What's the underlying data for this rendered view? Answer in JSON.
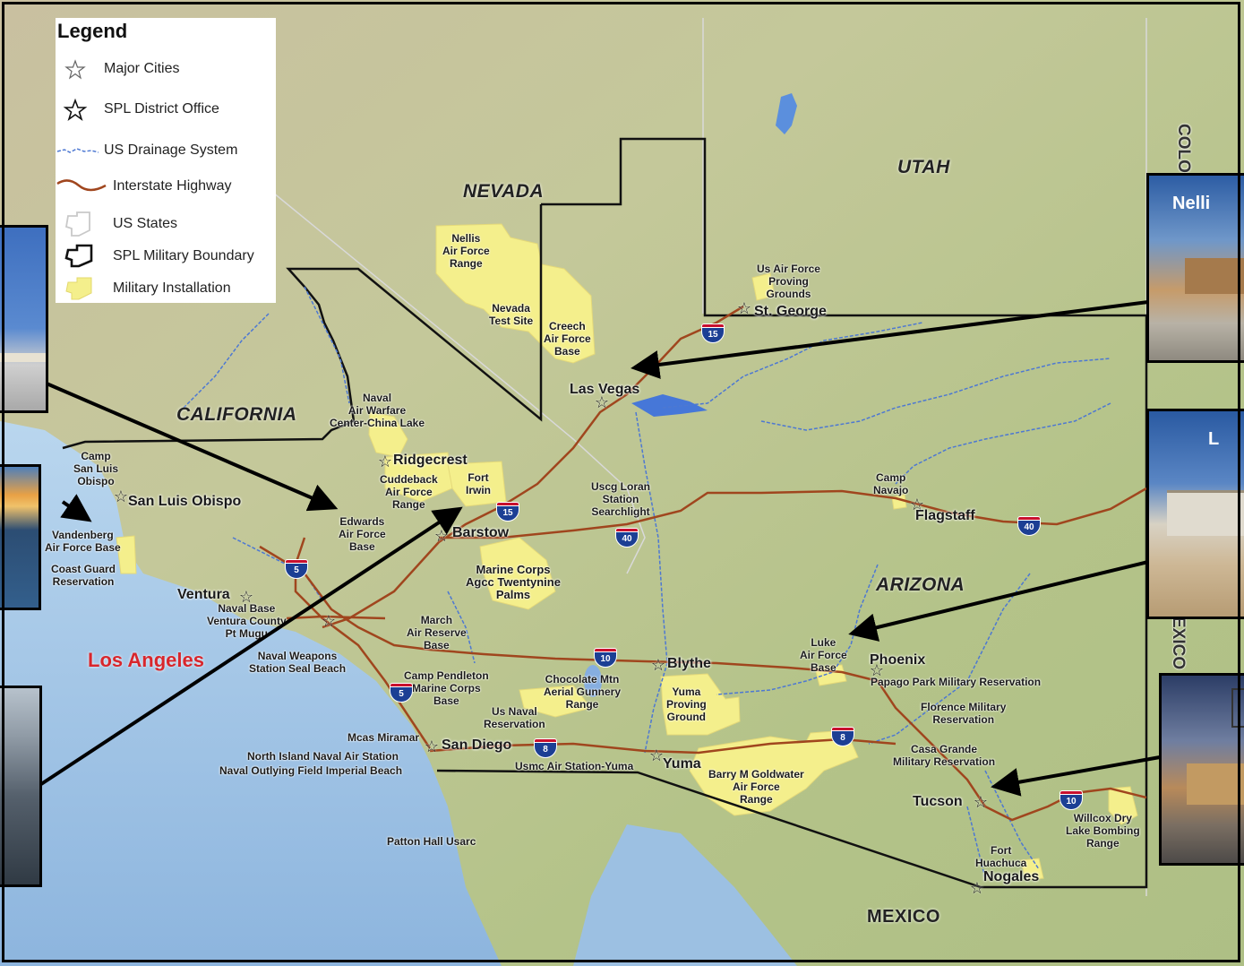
{
  "legend": {
    "title": "Legend",
    "items": [
      {
        "label": "Major Cities",
        "symbol": "star-gray"
      },
      {
        "label": "SPL District Office",
        "symbol": "star-black"
      },
      {
        "label": "US Drainage System",
        "symbol": "drainage-line"
      },
      {
        "label": "Interstate Highway",
        "symbol": "highway-line"
      },
      {
        "label": "US States",
        "symbol": "state-outline"
      },
      {
        "label": "SPL Military Boundary",
        "symbol": "boundary-outline"
      },
      {
        "label": "Military Installation",
        "symbol": "installation-fill"
      }
    ]
  },
  "states": [
    "NEVADA",
    "UTAH",
    "CALIFORNIA",
    "ARIZONA"
  ],
  "country": "MEXICO",
  "edge_labels": {
    "colorado": "COLO",
    "new_mexico": "EXICO"
  },
  "cities": {
    "los_angeles": "Los Angeles",
    "las_vegas": "Las Vegas",
    "st_george": "St. George",
    "ridgecrest": "Ridgecrest",
    "san_luis_obispo": "San Luis Obispo",
    "barstow": "Barstow",
    "ventura": "Ventura",
    "blythe": "Blythe",
    "phoenix": "Phoenix",
    "flagstaff": "Flagstaff",
    "san_diego": "San Diego",
    "yuma": "Yuma",
    "tucson": "Tucson",
    "nogales": "Nogales"
  },
  "installations": {
    "nellis": "Nellis\nAir Force\nRange",
    "nevada_test": "Nevada\nTest Site",
    "creech": "Creech\nAir Force\nBase",
    "us_af_proving": "Us Air Force\nProving\nGrounds",
    "china_lake": "Naval\nAir Warfare\nCenter-China Lake",
    "cuddeback": "Cuddeback\nAir Force\nRange",
    "fort_irwin": "Fort\nIrwin",
    "camp_slo": "Camp\nSan Luis\nObispo",
    "vandenberg": "Vandenberg\nAir Force Base",
    "coast_guard": "Coast Guard\nReservation",
    "edwards": "Edwards\nAir Force\nBase",
    "uscg_loran": "Uscg Loran\nStation\nSearchlight",
    "camp_navajo": "Camp\nNavajo",
    "twentynine_palms": "Marine Corps\nAgcc Twentynine\nPalms",
    "naval_base_ventura": "Naval Base\nVentura County\nPt Mugu",
    "march": "March\nAir Reserve\nBase",
    "seal_beach": "Naval Weapons\nStation Seal Beach",
    "pendleton": "Camp Pendleton\nMarine Corps\nBase",
    "chocolate_mtn": "Chocolate Mtn\nAerial Gunnery\nRange",
    "yuma_proving": "Yuma\nProving\nGround",
    "luke": "Luke\nAir Force\nBase",
    "papago": "Papago Park Military Reservation",
    "florence": "Florence Military\nReservation",
    "us_naval_res": "Us Naval\nReservation",
    "miramar": "Mcas Miramar",
    "north_island": "North Island Naval Air Station",
    "imperial_beach": "Naval Outlying Field Imperial Beach",
    "usmc_yuma": "Usmc Air Station-Yuma",
    "goldwater": "Barry M Goldwater\nAir Force\nRange",
    "casa_grande": "Casa Grande\nMilitary Reservation",
    "willcox": "Willcox Dry\nLake Bombing\nRange",
    "huachuca": "Fort\nHuachuca",
    "patton": "Patton Hall Usarc"
  },
  "interstates": [
    "15",
    "15",
    "40",
    "40",
    "5",
    "5",
    "10",
    "8",
    "8",
    "10"
  ],
  "photo_captions": {
    "nellis": "Nelli",
    "luke": "L"
  },
  "colors": {
    "installation": "#f4ef8c",
    "highway": "#a0461e",
    "drainage": "#4d78d2",
    "ocean": "#9ec3e4",
    "land": "#b7c48d",
    "boundary": "#000000",
    "los_angeles_label": "#d8262c"
  }
}
